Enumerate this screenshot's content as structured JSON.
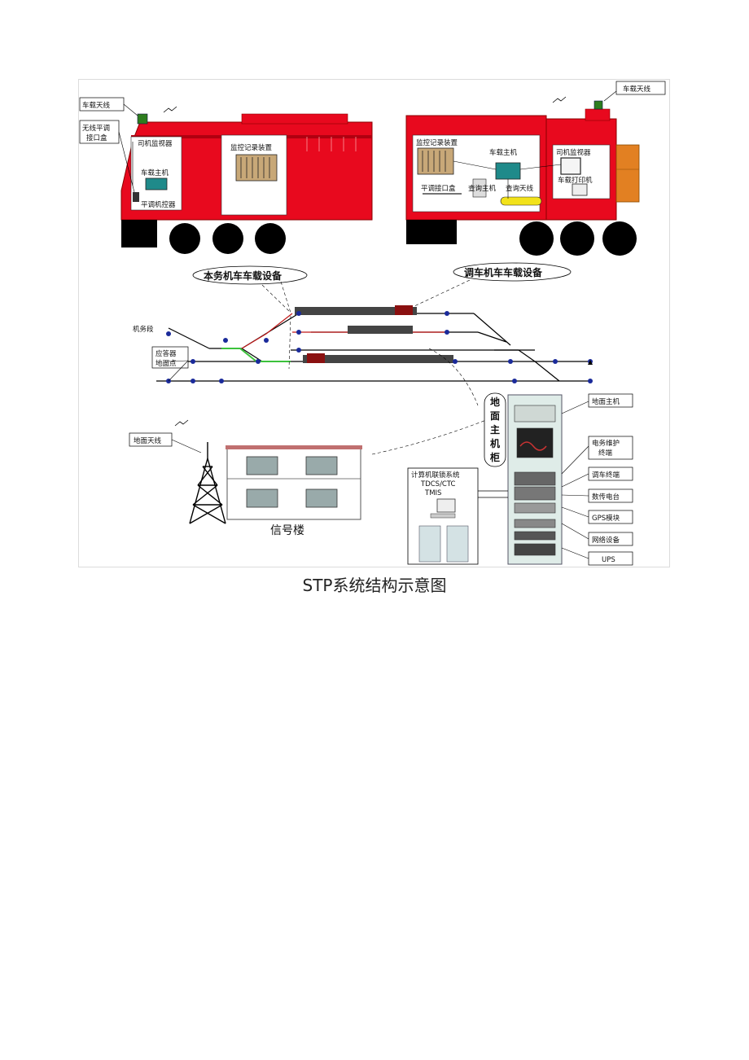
{
  "caption": "STP系统结构示意图",
  "locomotive_left": {
    "antenna": "车载天线",
    "radio_box": [
      "无线平调",
      "接口盒"
    ],
    "driver_monitor": "司机监视器",
    "host": "车载主机",
    "controller": "平调机控器",
    "recorder": "监控记录装置",
    "group_label": "本务机车车载设备"
  },
  "locomotive_right": {
    "antenna": "车载天线",
    "recorder": "监控记录装置",
    "host": "车载主机",
    "driver_monitor": "司机监视器",
    "printer": "车载打印机",
    "interface_box": "平调接口盒",
    "query_host": "查询主机",
    "query_antenna": "查询天线",
    "group_label": "调车机车车载设备"
  },
  "yard": {
    "depot": "机务段",
    "transponder": [
      "应答器",
      "地面点"
    ]
  },
  "ground": {
    "ground_antenna": "地面天线",
    "signal_building": "信号楼",
    "cabinet_vertical": [
      "地",
      "面",
      "主",
      "机",
      "柜"
    ],
    "interlock": [
      "计算机联锁系统",
      "TDCS/CTC",
      "TMIS"
    ],
    "cabinet_items": [
      "地面主机",
      "电务维护",
      "终端",
      "调车终端",
      "数传电台",
      "GPS模块",
      "网络设备",
      "UPS"
    ]
  },
  "colors": {
    "locomotive": "#e8091e",
    "signal_line": "#3a7a2a",
    "red_route": "#c01818",
    "signal_blue": "#1a2a9a"
  }
}
